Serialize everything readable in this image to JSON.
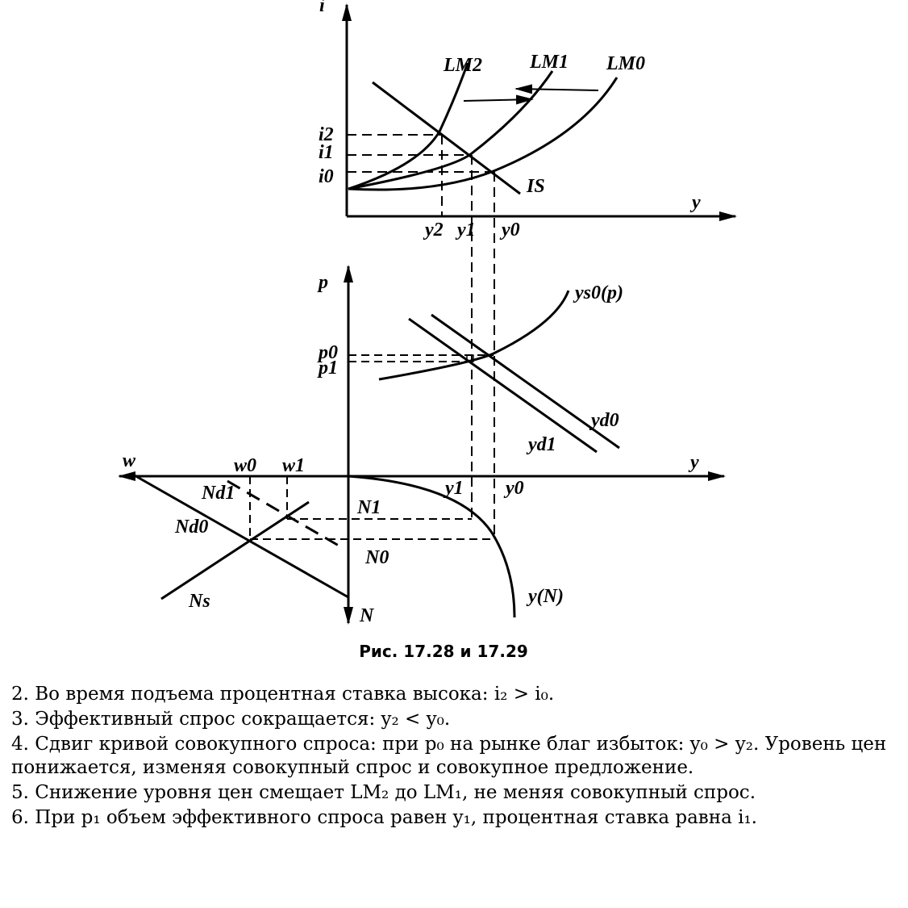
{
  "diagram": {
    "labels": {
      "i_axis": "i",
      "y_axis_top": "y",
      "lm2": "LM2",
      "lm1": "LM1",
      "lm0": "LM0",
      "is": "IS",
      "i2": "i2",
      "i1": "i1",
      "i0": "i0",
      "y2_top": "y2",
      "y1_top": "y1",
      "y0_top": "y0",
      "p_axis": "p",
      "ys0": "ys0(p)",
      "p0": "p0",
      "p1": "p1",
      "yd0": "yd0",
      "yd1": "yd1",
      "w_axis": "w",
      "y_axis_mid": "y",
      "w0": "w0",
      "w1": "w1",
      "y1_mid": "y1",
      "y0_mid": "y0",
      "nd1": "Nd1",
      "nd0": "Nd0",
      "n1": "N1",
      "n0": "N0",
      "ns": "Ns",
      "yn": "y(N)",
      "n_axis": "N"
    }
  },
  "caption": "Рис. 17.28 и 17.29",
  "notes": [
    "2. Во время подъема процентная ставка высока: i₂ > i₀.",
    "3. Эффективный спрос сокращается: y₂ < y₀.",
    "4. Сдвиг кривой совокупного спроса: при p₀ на рынке благ избыток: y₀ > y₂. Уровень цен понижается, изменяя совокупный спрос и совокупное предложение.",
    "5. Снижение уровня цен смещает LM₂ до LM₁, не меняя совокупный спрос.",
    "6. При p₁ объем эффективного спроса равен y₁, процентная ставка равна i₁."
  ]
}
